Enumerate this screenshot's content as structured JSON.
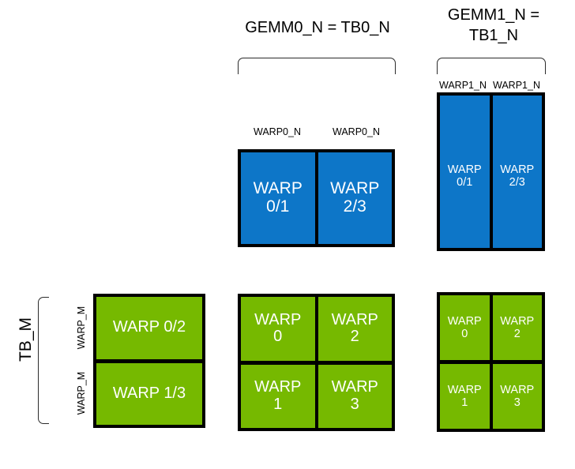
{
  "headers": {
    "gemm0": "GEMM0_N = TB0_N",
    "gemm1": "GEMM1_N =\nTB1_N"
  },
  "labels": {
    "tb_m": "TB_M",
    "warp_m": "WARP_M",
    "warp0_n": "WARP0_N",
    "warp1_n": "WARP1_N"
  },
  "colors": {
    "blue": "#0d76c8",
    "green": "#76b900",
    "outline": "#000000",
    "text_on_block": "#ffffff",
    "label_text": "#000000"
  },
  "groups": {
    "blue_mid": {
      "name": "gemm0-output-warps",
      "top_labels": [
        "WARP0_N",
        "WARP0_N"
      ],
      "cells": [
        [
          "WARP\n0/1"
        ],
        [
          "WARP\n2/3"
        ]
      ]
    },
    "blue_right": {
      "name": "gemm1-output-warps",
      "top_labels": [
        "WARP1_N",
        "WARP1_N"
      ],
      "cells": [
        [
          "WARP\n0/1"
        ],
        [
          "WARP\n2/3"
        ]
      ]
    },
    "green_left": {
      "name": "tb-m-warp-rows",
      "side_labels": [
        "WARP_M",
        "WARP_M"
      ],
      "cells": [
        [
          "WARP 0/2",
          "WARP 1/3"
        ]
      ]
    },
    "green_mid": {
      "name": "gemm0-warp-grid",
      "cells": [
        [
          "WARP\n0",
          "WARP\n1"
        ],
        [
          "WARP\n2",
          "WARP\n3"
        ]
      ]
    },
    "green_right": {
      "name": "gemm1-warp-grid",
      "cells": [
        [
          "WARP\n0",
          "WARP\n1"
        ],
        [
          "WARP\n2",
          "WARP\n3"
        ]
      ]
    }
  }
}
